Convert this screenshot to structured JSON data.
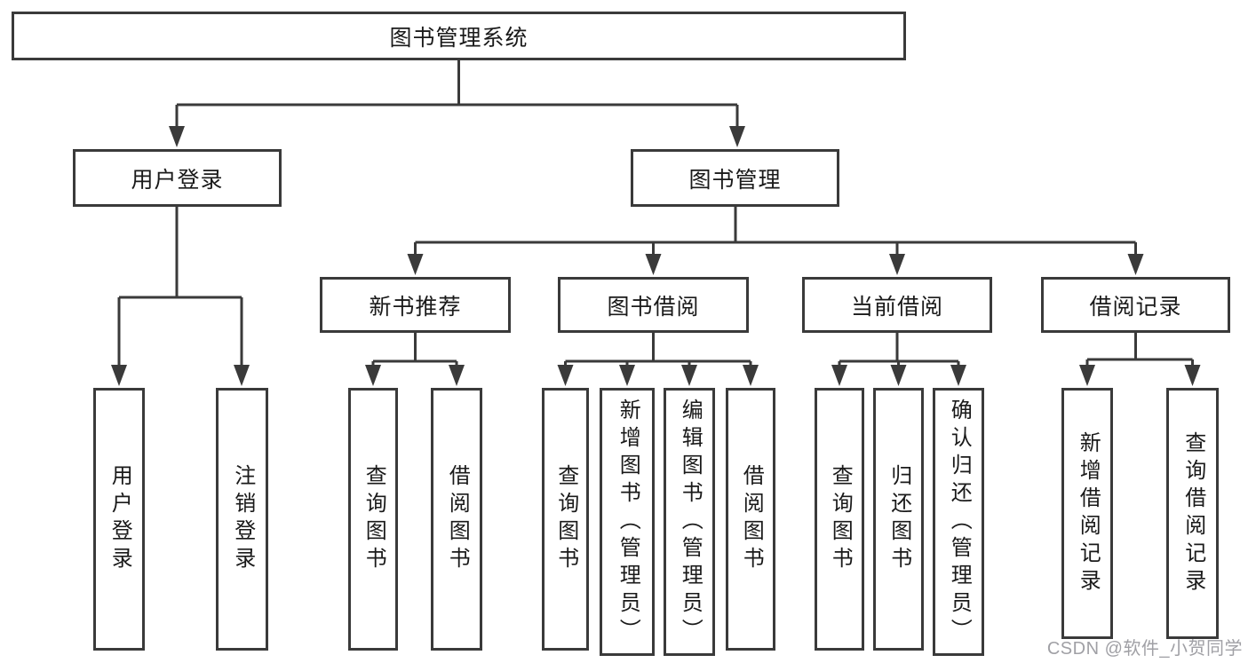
{
  "diagram_title": "图书管理系统",
  "colors": {
    "line": "#3a3a3a",
    "box_border": "#3a3a3a",
    "box_background": "#ffffff",
    "text": "#1a1a1a",
    "watermark": "#a0a0a5",
    "page_background": "#ffffff"
  },
  "tree": {
    "label": "图书管理系统",
    "children": [
      {
        "label": "用户登录",
        "children": [
          {
            "label": "用户登录"
          },
          {
            "label": "注销登录"
          }
        ]
      },
      {
        "label": "图书管理",
        "children": [
          {
            "label": "新书推荐",
            "children": [
              {
                "label": "查询图书"
              },
              {
                "label": "借阅图书"
              }
            ]
          },
          {
            "label": "图书借阅",
            "children": [
              {
                "label": "查询图书"
              },
              {
                "label": "新增图书（管理员）"
              },
              {
                "label": "编辑图书（管理员）"
              },
              {
                "label": "借阅图书"
              }
            ]
          },
          {
            "label": "当前借阅",
            "children": [
              {
                "label": "查询图书"
              },
              {
                "label": "归还图书"
              },
              {
                "label": "确认归还（管理员）"
              }
            ]
          },
          {
            "label": "借阅记录",
            "children": [
              {
                "label": "新增借阅记录"
              },
              {
                "label": "查询借阅记录"
              }
            ]
          }
        ]
      }
    ]
  },
  "watermark": {
    "text": "CSDN @软件_小贺同学"
  }
}
